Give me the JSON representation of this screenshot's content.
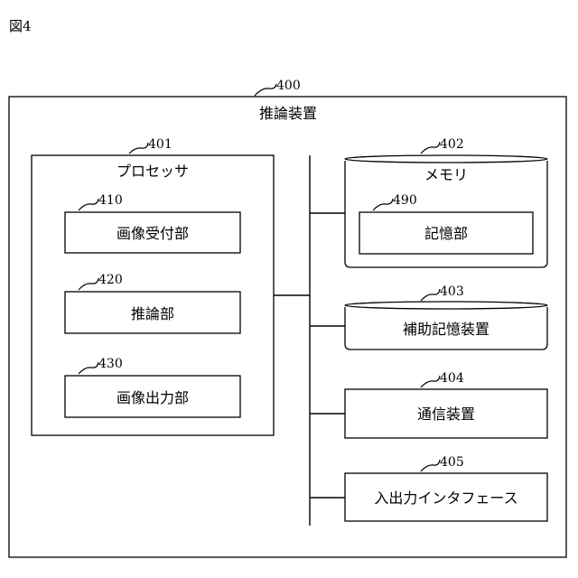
{
  "figure_label": "図4",
  "device": {
    "ref": "400",
    "title": "推論装置"
  },
  "processor": {
    "ref": "401",
    "title": "プロセッサ",
    "units": [
      {
        "ref": "410",
        "label": "画像受付部"
      },
      {
        "ref": "420",
        "label": "推論部"
      },
      {
        "ref": "430",
        "label": "画像出力部"
      }
    ]
  },
  "memory": {
    "ref": "402",
    "title": "メモリ",
    "unit": {
      "ref": "490",
      "label": "記憶部"
    }
  },
  "aux_storage": {
    "ref": "403",
    "label": "補助記憶装置"
  },
  "comm": {
    "ref": "404",
    "label": "通信装置"
  },
  "io": {
    "ref": "405",
    "label": "入出力インタフェース"
  }
}
